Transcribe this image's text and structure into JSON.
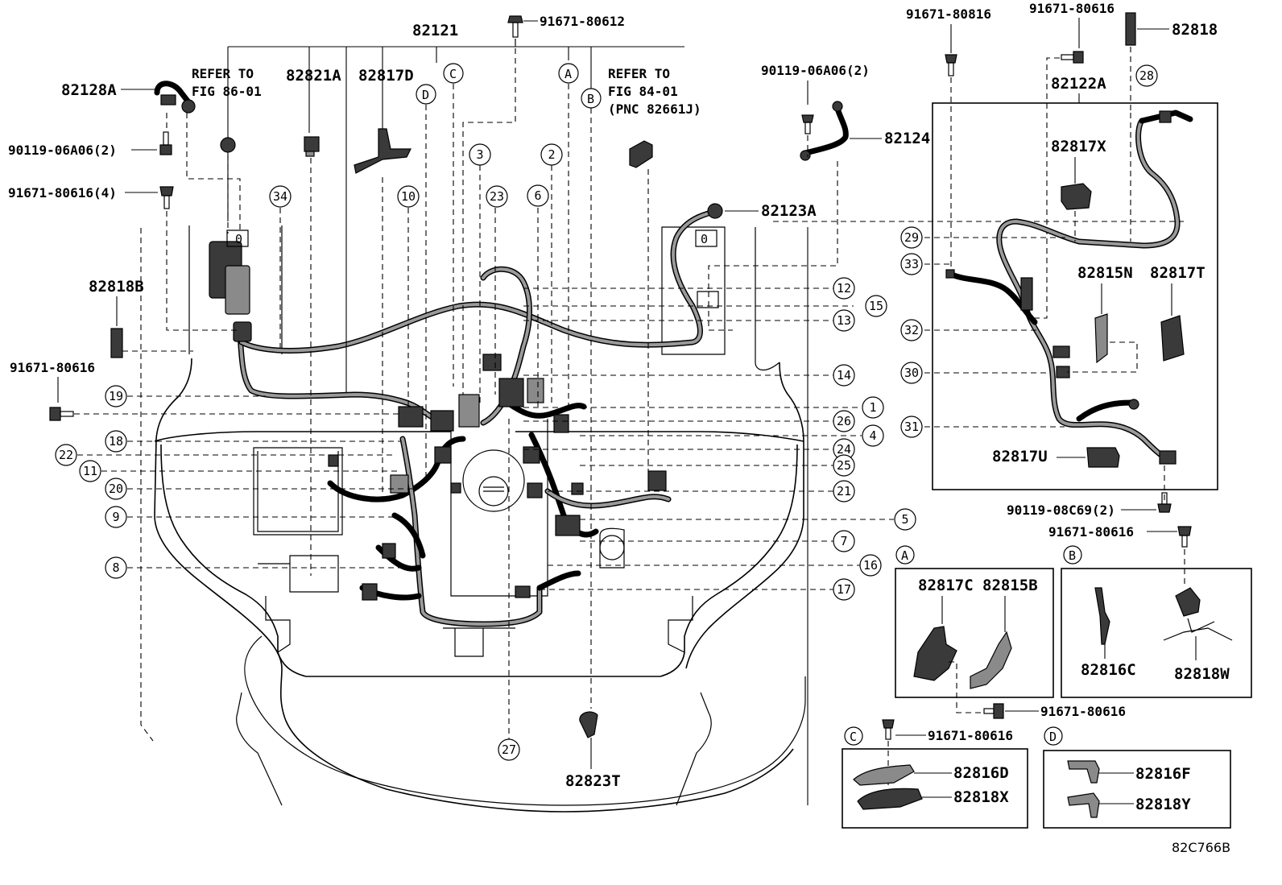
{
  "parts": {
    "p82121": "82121",
    "p91671_80612": "91671-80612",
    "p82128A": "82128A",
    "p90119_06A06_2_left": "90119-06A06(2)",
    "p91671_80616_4": "91671-80616(4)",
    "p82818B": "82818B",
    "p91671_80616_left": "91671-80616",
    "p82821A": "82821A",
    "p82817D": "82817D",
    "p90119_06A06_2_mid": "90119-06A06(2)",
    "p82124": "82124",
    "p82123A": "82123A",
    "p91671_80816": "91671-80816",
    "p91671_80616_top": "91671-80616",
    "p82818": "82818",
    "p82122A": "82122A",
    "p82817X": "82817X",
    "p82815N": "82815N",
    "p82817T": "82817T",
    "p82817U": "82817U",
    "p90119_08C69_2": "90119-08C69(2)",
    "p91671_80616_right": "91671-80616",
    "p82817C": "82817C",
    "p82815B": "82815B",
    "p82816C": "82816C",
    "p82818W": "82818W",
    "p91671_80616_boxA": "91671-80616",
    "p91671_80616_boxC": "91671-80616",
    "p82816D": "82816D",
    "p82818X": "82818X",
    "p82816F": "82816F",
    "p82818Y": "82818Y",
    "p82823T": "82823T"
  },
  "references": {
    "ref_left_l1": "REFER TO",
    "ref_left_l2": "FIG 86-01",
    "ref_right_l1": "REFER TO",
    "ref_right_l2": "FIG 84-01",
    "ref_right_l3": "(PNC 82661J)"
  },
  "letters": {
    "A": "A",
    "B": "B",
    "C": "C",
    "D": "D"
  },
  "callouts": {
    "c1": "1",
    "c2": "2",
    "c3": "3",
    "c4": "4",
    "c5": "5",
    "c6": "6",
    "c7": "7",
    "c8": "8",
    "c9": "9",
    "c10": "10",
    "c11": "11",
    "c12": "12",
    "c13": "13",
    "c14": "14",
    "c15": "15",
    "c16": "16",
    "c17": "17",
    "c18": "18",
    "c19": "19",
    "c20": "20",
    "c21": "21",
    "c22": "22",
    "c23": "23",
    "c24": "24",
    "c25": "25",
    "c26": "26",
    "c27": "27",
    "c28": "28",
    "c29": "29",
    "c30": "30",
    "c31": "31",
    "c32": "32",
    "c33": "33",
    "c34": "34"
  },
  "figure_id": "82C766B"
}
